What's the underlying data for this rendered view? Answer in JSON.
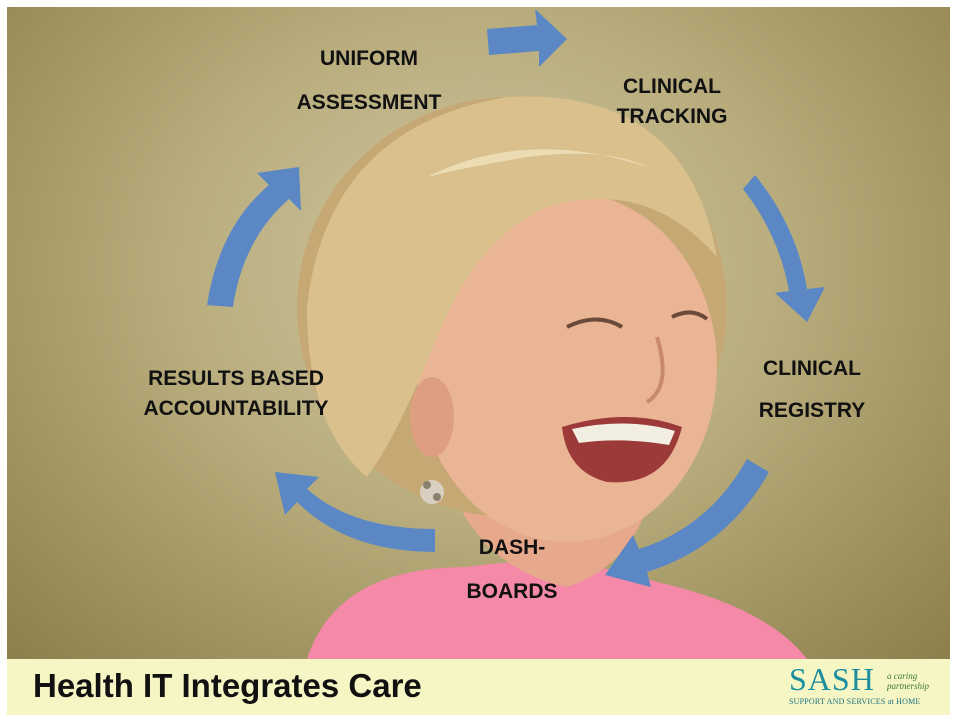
{
  "slide": {
    "title": "Health IT Integrates Care",
    "cycle_steps": [
      {
        "line1": "UNIFORM",
        "line2": "ASSESSMENT"
      },
      {
        "line1": "CLINICAL",
        "line2": "TRACKING"
      },
      {
        "line1": "CLINICAL",
        "line2": "REGISTRY"
      },
      {
        "line1": "DASH-",
        "line2": "BOARDS"
      },
      {
        "line1": "RESULTS BASED",
        "line2": "ACCOUNTABILITY"
      }
    ],
    "logo": {
      "wordmark": "SASH",
      "tagline": "a caring partnership",
      "subtitle": "SUPPORT AND SERVICES at HOME"
    },
    "colors": {
      "arrow": "#5b87c5",
      "footer_bg": "#f6f6c4",
      "logo_teal": "#1b8fa0"
    }
  }
}
